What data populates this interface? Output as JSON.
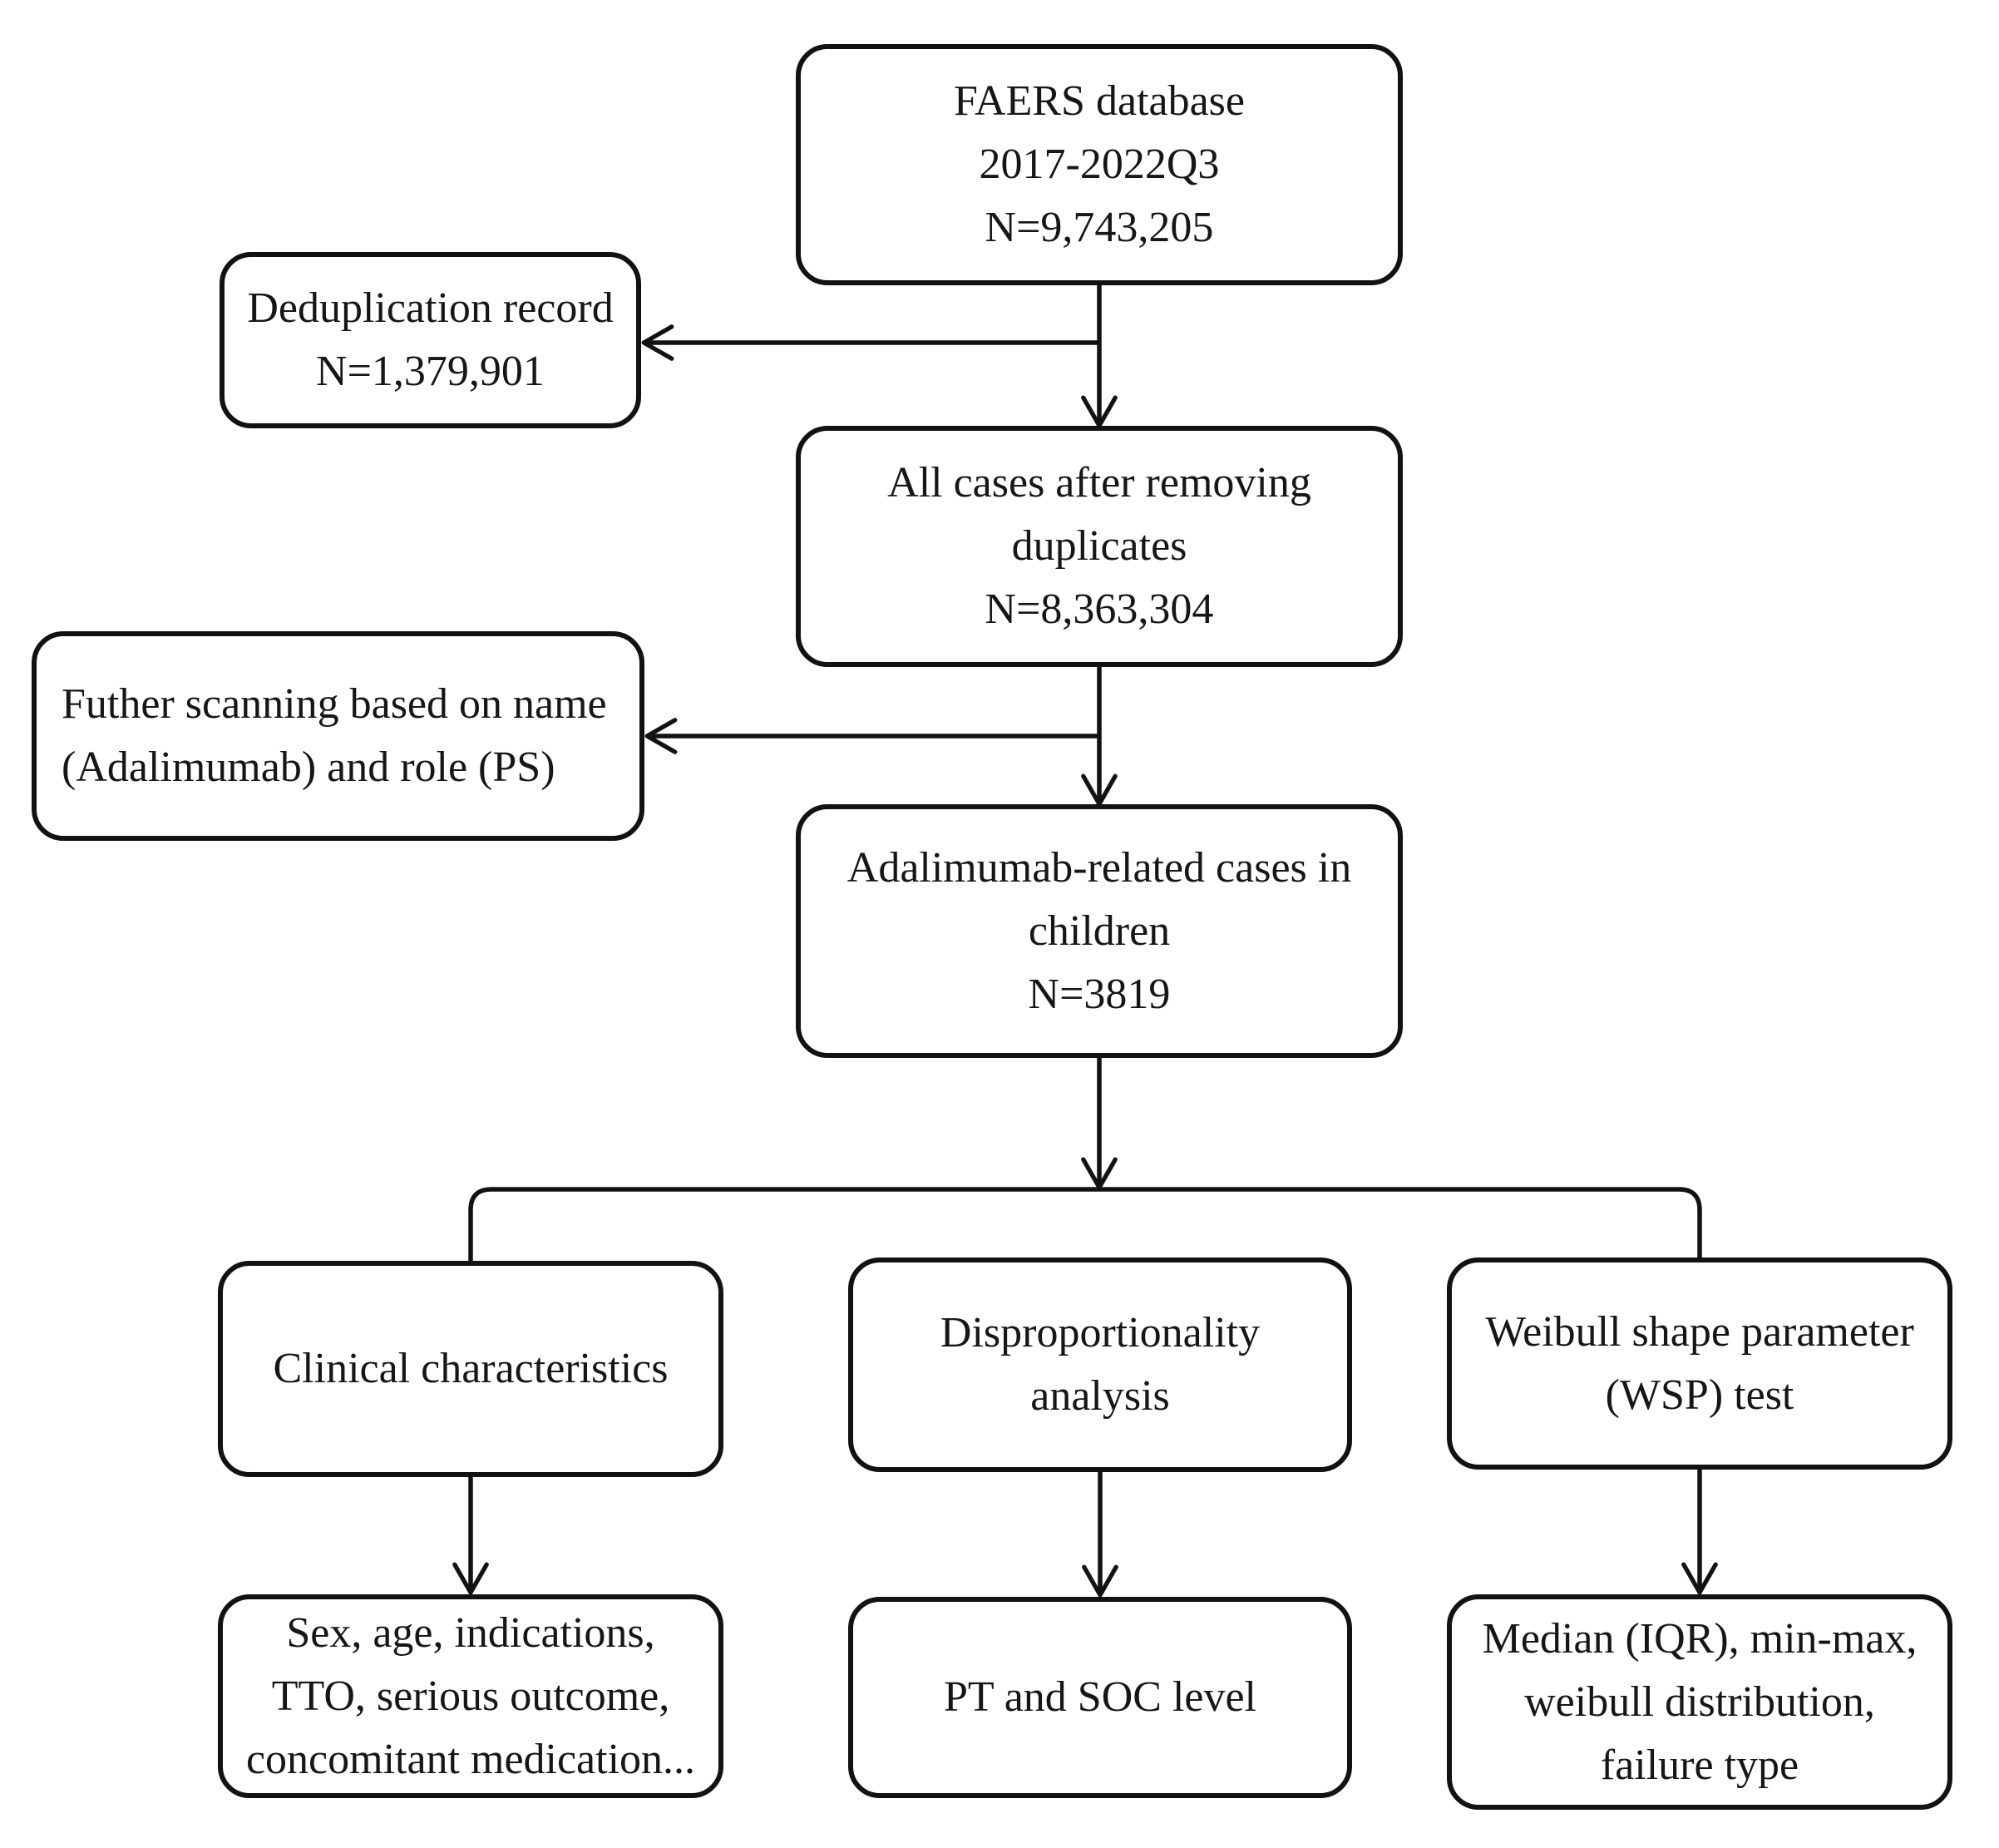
{
  "figure": {
    "background": "#ffffff",
    "line_color": "#121212",
    "text_color": "#161616"
  },
  "nodes": {
    "faers": {
      "label": "FAERS database\n2017-2022Q3\nN=9,743,205"
    },
    "dedup": {
      "label": "Deduplication record\nN=1,379,901"
    },
    "all_cases": {
      "label": "All cases after removing\nduplicates\nN=8,363,304"
    },
    "scanning": {
      "label": "Futher scanning based on name\n(Adalimumab) and role (PS)"
    },
    "adalimumab_children": {
      "label": "Adalimumab-related cases in\nchildren\nN=3819"
    },
    "clinical": {
      "label": "Clinical characteristics"
    },
    "disproportionality": {
      "label": "Disproportionality\nanalysis"
    },
    "wsp": {
      "label": "Weibull shape parameter\n(WSP) test"
    },
    "clinical_detail": {
      "label": "Sex, age, indications,\nTTO, serious outcome,\nconcomitant medication..."
    },
    "disproportionality_detail": {
      "label": "PT and SOC level"
    },
    "wsp_detail": {
      "label": "Median (IQR), min-max,\nweibull distribution,\nfailure type"
    }
  }
}
